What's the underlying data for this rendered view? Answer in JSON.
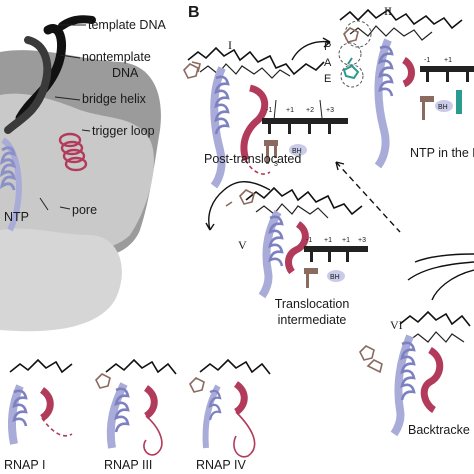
{
  "panel_a": {
    "labels": {
      "template_dna": "template DNA",
      "nontemplate_dna_1": "nontemplate",
      "nontemplate_dna_2": "DNA",
      "bridge_helix": "bridge helix",
      "trigger_loop": "trigger loop",
      "ntp": "NTP",
      "pore": "pore"
    }
  },
  "panel_b": {
    "letter": "B",
    "states": {
      "i": {
        "numeral": "I",
        "caption": "Post-translocated"
      },
      "ii": {
        "numeral": "II",
        "caption": "NTP in the E-s"
      },
      "v": {
        "numeral": "V",
        "caption_1": "Translocation",
        "caption_2": "intermediate"
      },
      "vi": {
        "numeral": "VI",
        "caption": "Backtracke"
      }
    },
    "sites": {
      "p": "P",
      "a": "A",
      "e": "E"
    },
    "register": [
      "-1",
      "+1",
      "+2",
      "+3"
    ],
    "register_short": [
      "-1",
      "+1",
      "+1",
      "+3"
    ],
    "bh": "BH",
    "three_prime": "3'"
  },
  "bottom": {
    "rnap_i": "RNAP I",
    "rnap_iii": "RNAP III",
    "rnap_iv": "RNAP IV"
  },
  "colors": {
    "helix": "#a9acd8",
    "trigger": "#b23a5b",
    "rna": "#8b6a60",
    "ntp_teal": "#2a9b8f",
    "gray_body": "#b9b9b9"
  }
}
